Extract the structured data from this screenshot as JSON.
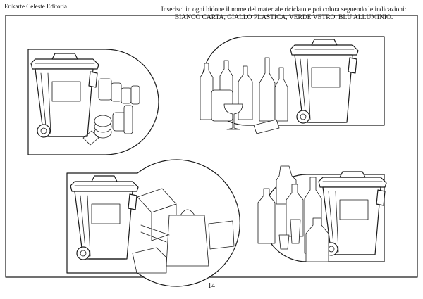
{
  "header": {
    "publisher": "Erikarte Celeste Editoria"
  },
  "instructions": {
    "line1": "Inserisci in ogni bidone il nome del materiale riciclato e poi colora seguendo le indicazioni:",
    "line2": "BIANCO CARTA, GIALLO PLASTICA, VERDE VETRO, BLU ALLUMINIO."
  },
  "footer": {
    "page_number": "14"
  },
  "panels": [
    {
      "icon": "aluminium-waste-bin-icon"
    },
    {
      "icon": "glass-waste-bin-icon"
    },
    {
      "icon": "paper-waste-bin-icon"
    },
    {
      "icon": "plastic-waste-bin-icon"
    }
  ]
}
